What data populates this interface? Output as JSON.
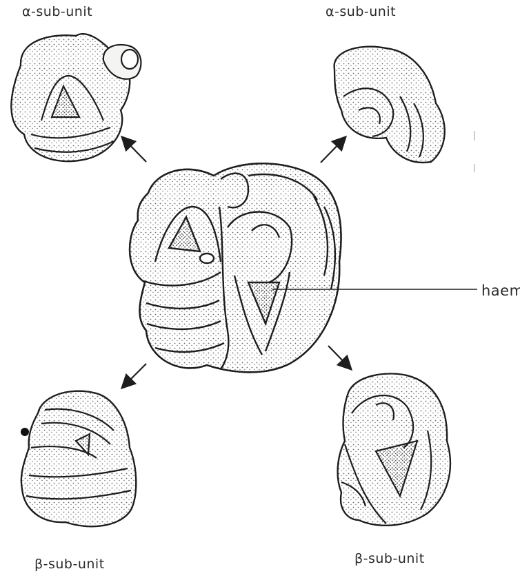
{
  "labels": {
    "alpha_top_left": "α-sub-unit",
    "alpha_top_right": "α-sub-unit",
    "beta_bottom_left": "β-sub-unit",
    "beta_bottom_right": "β-sub-unit",
    "haem": "haem"
  },
  "colors": {
    "ink": "#1e1e1e",
    "fill": "#f4f4f2",
    "stipple": "#6a6a6a",
    "background": "#ffffff"
  }
}
